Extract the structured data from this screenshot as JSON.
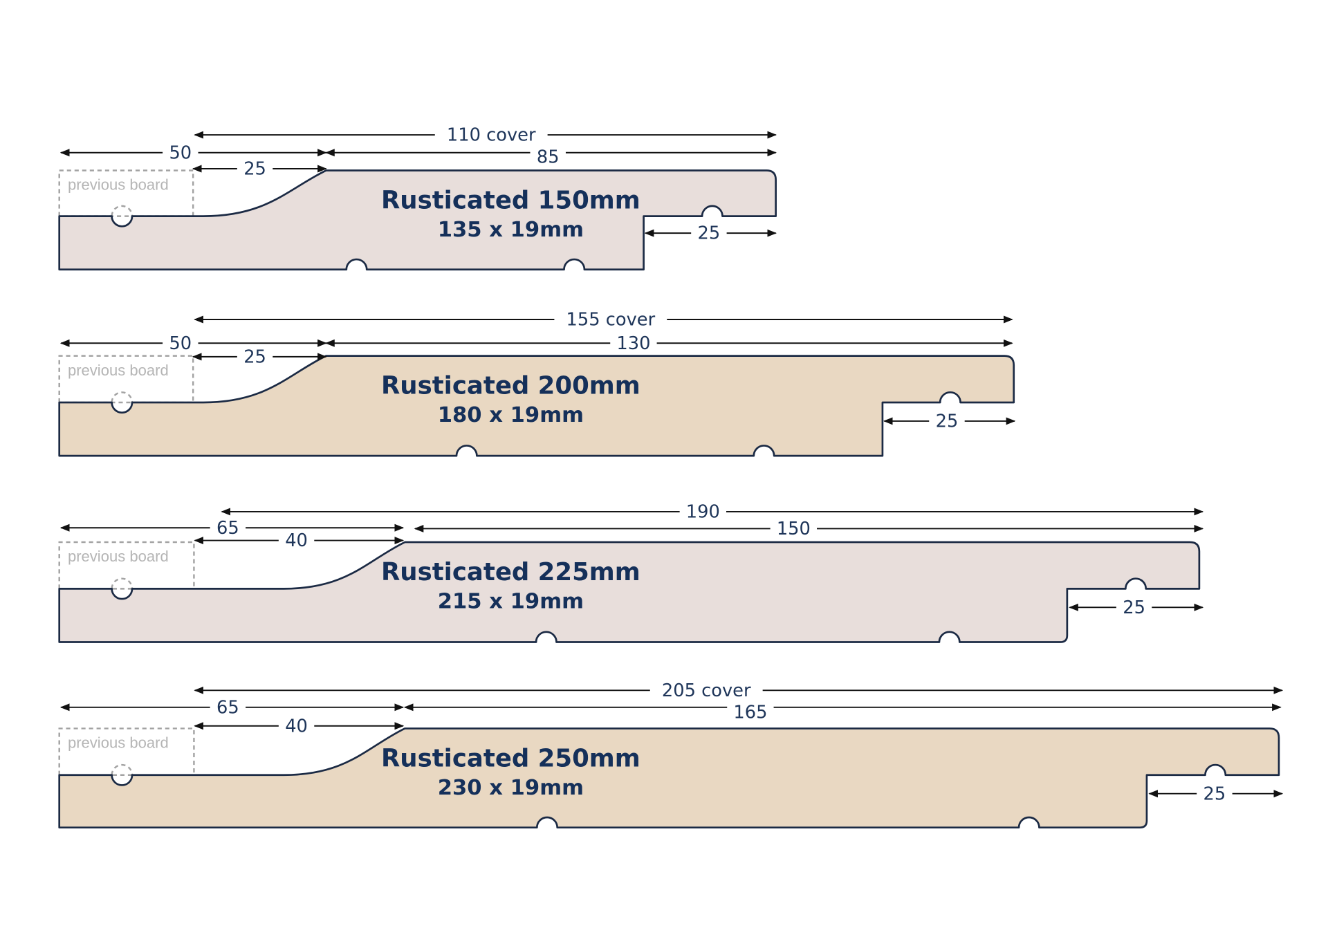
{
  "colors": {
    "fill_light": "#e8dedb",
    "fill_tan": "#e9d8c2",
    "outline": "#1b2a44",
    "text": "#15305a"
  },
  "previous_board_label": "previous board",
  "boards": [
    {
      "title": "Rusticated 150mm",
      "size": "135 x 19mm",
      "fill": "#e8dedb",
      "dims": {
        "cover": "110 cover",
        "overlap": "50",
        "curve": "25",
        "face": "85",
        "tongue": "25"
      }
    },
    {
      "title": "Rusticated 200mm",
      "size": "180 x 19mm",
      "fill": "#e9d8c2",
      "dims": {
        "cover": "155 cover",
        "overlap": "50",
        "curve": "25",
        "face": "130",
        "tongue": "25"
      }
    },
    {
      "title": "Rusticated 225mm",
      "size": "215 x 19mm",
      "fill": "#e8dedb",
      "dims": {
        "cover": "190",
        "overlap": "65",
        "curve": "40",
        "face": "150",
        "tongue": "25"
      }
    },
    {
      "title": "Rusticated 250mm",
      "size": "230 x 19mm",
      "fill": "#e9d8c2",
      "dims": {
        "cover": "205 cover",
        "overlap": "65",
        "curve": "40",
        "face": "165",
        "tongue": "25"
      }
    }
  ]
}
